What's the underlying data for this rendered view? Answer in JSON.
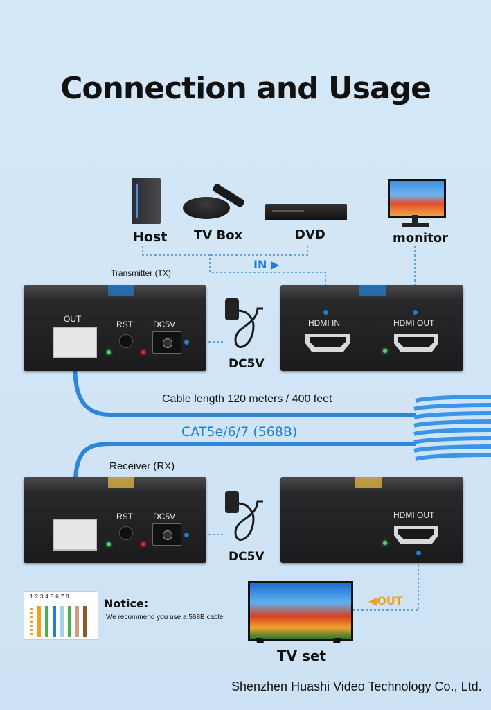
{
  "title": "Connection and Usage",
  "sources": {
    "host": "Host",
    "tv_box": "TV Box",
    "dvd": "DVD",
    "monitor": "monitor"
  },
  "in_label": "IN",
  "out_label": "OUT",
  "transmitter": {
    "label": "Transmitter (TX)",
    "ports": {
      "out": "OUT",
      "rst": "RST",
      "dc": "DC5V"
    },
    "hdmi_in": "HDMI IN",
    "hdmi_out": "HDMI OUT"
  },
  "power_label_tx": "DC5V",
  "cable": {
    "length": "Cable length 120 meters / 400 feet",
    "type": "CAT5e/6/7 (568B)"
  },
  "receiver": {
    "label": "Receiver (RX)",
    "ports": {
      "rst": "RST",
      "dc": "DC5V"
    },
    "hdmi_out": "HDMI OUT"
  },
  "power_label_rx": "DC5V",
  "notice": {
    "title": "Notice:",
    "text": "We recommend you use a 568B cable",
    "pins": [
      "1",
      "2",
      "3",
      "4",
      "5",
      "6",
      "7",
      "8"
    ]
  },
  "tv_set": "TV set",
  "company": "Shenzhen Huashi Video Technology Co., Ltd.",
  "colors": {
    "accent_blue": "#1f7fd6",
    "accent_orange": "#f0a020",
    "device": "#222224",
    "background": "#cfe3f4"
  }
}
